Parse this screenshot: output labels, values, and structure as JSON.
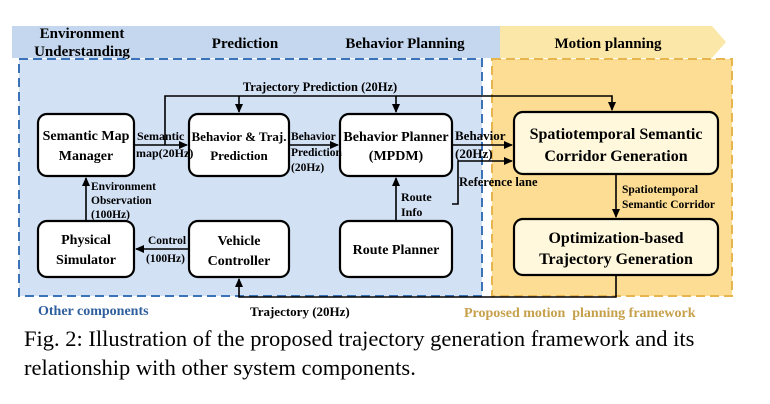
{
  "header": {
    "environment_understanding": [
      "Environment",
      "Understanding"
    ],
    "prediction": "Prediction",
    "behavior_planning": "Behavior Planning",
    "motion_planning": "Motion planning"
  },
  "regions": {
    "other_components": "Other components",
    "proposed_framework": "Proposed motion  planning framework"
  },
  "blocks": {
    "semantic_map_manager": [
      "Semantic Map",
      "Manager"
    ],
    "behavior_prediction": [
      "Behavior & Traj.",
      "Prediction"
    ],
    "behavior_planner": [
      "Behavior Planner",
      "(MPDM)"
    ],
    "corridor_generation": [
      "Spatiotemporal Semantic",
      "Corridor Generation"
    ],
    "optimization": [
      "Optimization-based",
      "Trajectory Generation"
    ],
    "physical_simulator": [
      "Physical",
      "Simulator"
    ],
    "vehicle_controller": [
      "Vehicle",
      "Controller"
    ],
    "route_planner": "Route Planner"
  },
  "edge_labels": {
    "trajectory_prediction": "Trajectory Prediction (20Hz)",
    "semantic_map": [
      "Semantic",
      "map(20Hz)"
    ],
    "behavior_prediction": [
      "Behavior",
      "Prediction",
      "(20Hz)"
    ],
    "behavior": [
      "Behavior",
      "(20Hz)"
    ],
    "reference_lane": "Reference lane",
    "route_info": [
      "Route",
      "Info"
    ],
    "environment_observation": [
      "Environment",
      "Observation",
      "(100Hz)"
    ],
    "control": [
      "Control",
      "(100Hz)"
    ],
    "spatiotemporal_corridor": [
      "Spatiotemporal",
      "Semantic Corridor"
    ],
    "trajectory": "Trajectory (20Hz)"
  },
  "caption": "Fig. 2: Illustration of the proposed trajectory generation framework and its relationship with other system components.",
  "colors": {
    "header_blue": "#c5d7ee",
    "header_yellow": "#fbe7a8",
    "region_blue_fill": "#d2e1f4",
    "region_blue_border": "#3a73b8",
    "region_yellow_fill": "#fcdd93",
    "region_yellow_border": "#e6b54d",
    "other_components_text": "#2f5f9e",
    "framework_text": "#c6a04a"
  }
}
